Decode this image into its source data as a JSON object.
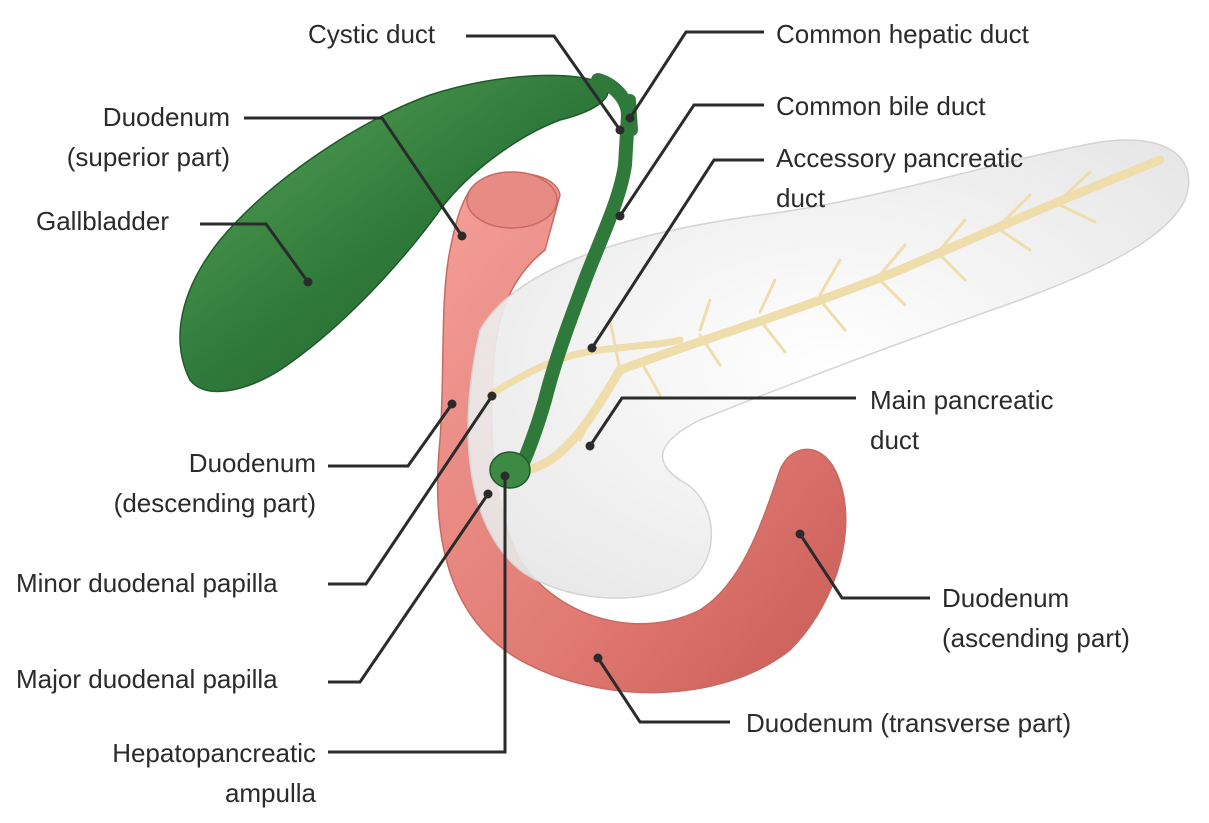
{
  "labels": {
    "cystic_duct": "Cystic duct",
    "common_hepatic_duct": "Common hepatic duct",
    "common_bile_duct": "Common bile duct",
    "accessory_pancreatic_duct": [
      "Accessory pancreatic",
      "duct"
    ],
    "duodenum_superior": [
      "Duodenum",
      "(superior part)"
    ],
    "gallbladder": "Gallbladder",
    "duodenum_descending": [
      "Duodenum",
      "(descending part)"
    ],
    "main_pancreatic_duct": [
      "Main pancreatic",
      "duct"
    ],
    "minor_duodenal_papilla": "Minor duodenal papilla",
    "duodenum_ascending": [
      "Duodenum",
      "(ascending part)"
    ],
    "major_duodenal_papilla": "Major duodenal papilla",
    "duodenum_transverse": "Duodenum (transverse part)",
    "hepatopancreatic_ampulla": [
      "Hepatopancreatic",
      "ampulla"
    ]
  },
  "colors": {
    "gallbladder": "#2f7a3a",
    "duodenum": "#e07a72",
    "pancreas": "#ececec",
    "pancreatic_duct": "#f2e2b4",
    "leader_line": "#2b2b2b"
  }
}
